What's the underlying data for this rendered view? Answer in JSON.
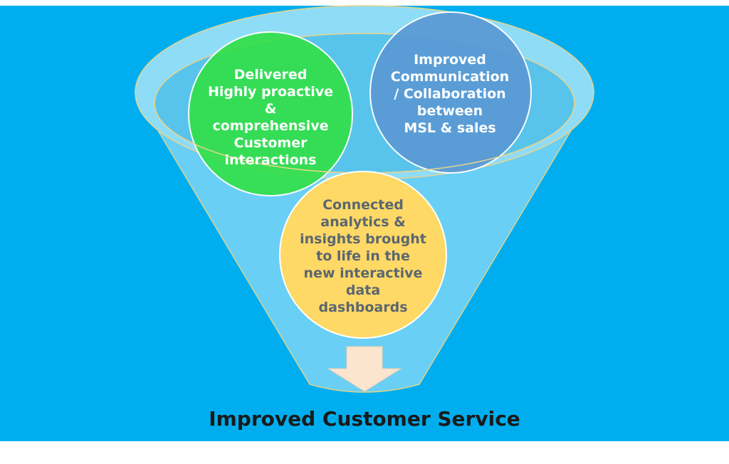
{
  "colors": {
    "background": "#00aeef",
    "funnel_fill": "#6fd1f5",
    "funnel_stroke": "#e9d48a",
    "green_circle": "#33e04a",
    "blue_circle": "#5b9bd5",
    "yellow_circle": "#ffd966",
    "arrow": "#fbe5cf"
  },
  "circles": {
    "green": {
      "lines": [
        "Delivered",
        "Highly proactive",
        "&",
        "comprehensive",
        "Customer",
        "interactions"
      ]
    },
    "blue": {
      "lines": [
        "Improved",
        "Communication",
        "/ Collaboration",
        "between",
        "MSL & sales"
      ]
    },
    "yellow": {
      "lines": [
        "Connected",
        "analytics &",
        "insights brought",
        "to life in the",
        "new interactive",
        "data",
        "dashboards"
      ]
    }
  },
  "result": {
    "label": "Improved Customer Service"
  },
  "icons": {
    "arrow": "down-arrow-icon"
  }
}
